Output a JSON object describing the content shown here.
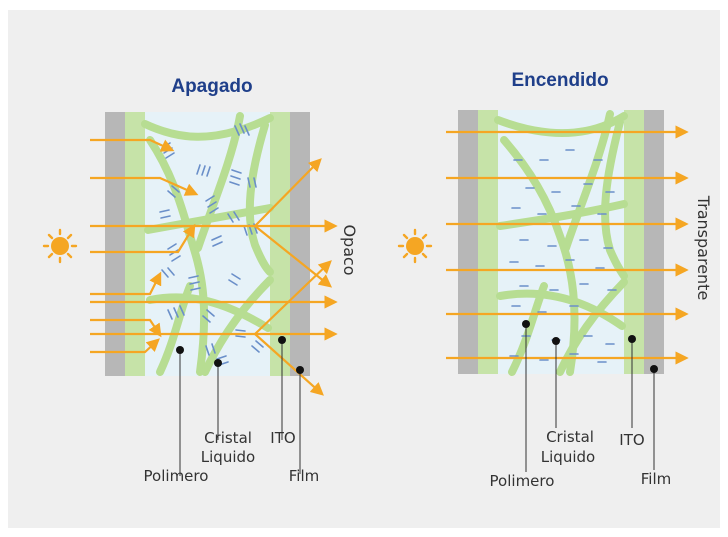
{
  "colors": {
    "page_background": "#ffffff",
    "panel_background": "#efefef",
    "film_gray": "#b7b7b7",
    "ito_green": "#c6e3a8",
    "crystal_cell": "#e6f2f8",
    "polymer_green": "#b7dd92",
    "liquid_crystal_blue": "#6a8fc9",
    "light_ray": "#f5a623",
    "sun": "#f5a623",
    "title_blue": "#1f3f8a"
  },
  "icons": {
    "sun": "sun-icon"
  },
  "off_panel": {
    "title": "Apagado",
    "state_label": "Opaco",
    "labels": {
      "polymer": "Polimero",
      "crystal_line1": "Cristal",
      "crystal_line2": "Liquido",
      "ito": "ITO",
      "film": "Film"
    }
  },
  "on_panel": {
    "title": "Encendido",
    "state_label": "Transparente",
    "labels": {
      "polymer": "Polimero",
      "crystal_line1": "Cristal",
      "crystal_line2": "Liquido",
      "ito": "ITO",
      "film": "Film"
    }
  }
}
